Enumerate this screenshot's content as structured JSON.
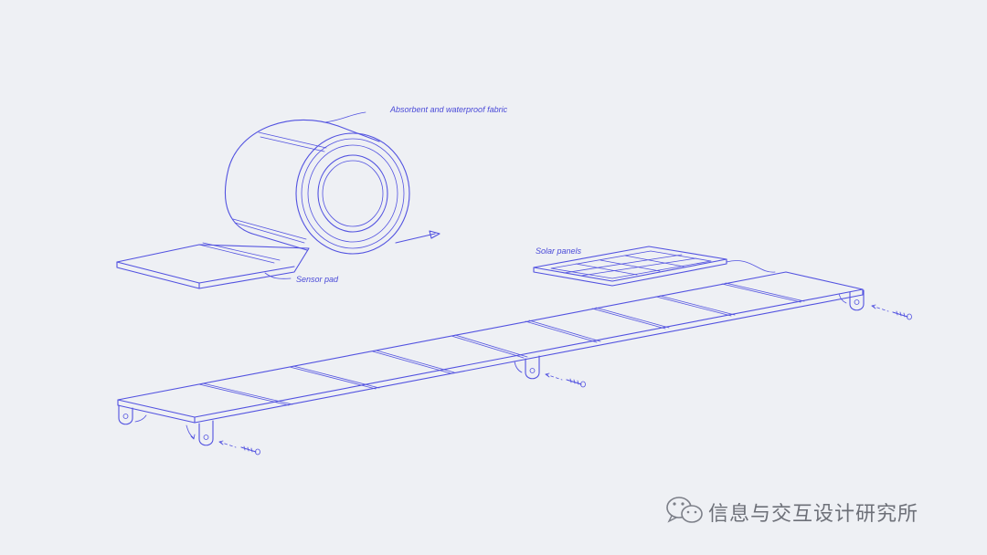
{
  "labels": {
    "fabric": "Absorbent and waterproof fabric",
    "sensor": "Sensor pad",
    "solar": "Solar panels"
  },
  "watermark": {
    "text": "信息与交互设计研究所",
    "icon": "wechat-icon"
  },
  "colors": {
    "background": "#eef0f4",
    "line": "#5252e0",
    "watermark": "#6d7078"
  }
}
